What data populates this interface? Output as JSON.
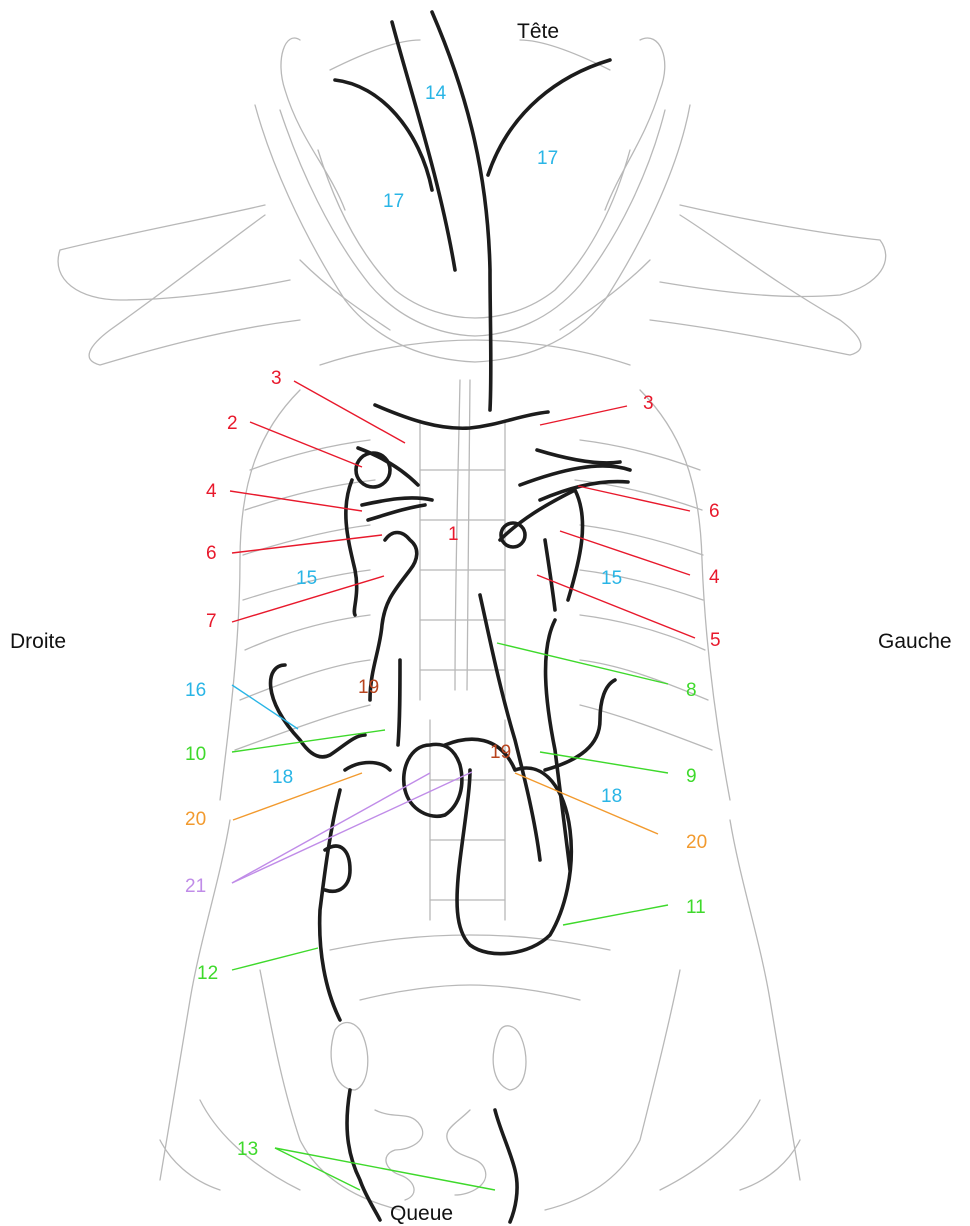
{
  "orientation": {
    "head": "Tête",
    "tail": "Queue",
    "right": "Droite",
    "left": "Gauche"
  },
  "colors": {
    "red": "#e8192c",
    "green": "#3ed92b",
    "cyan": "#29b5e6",
    "brown": "#b8441e",
    "orange": "#f29a2e",
    "violet": "#c08ce8",
    "vessel": "#1c1c1c",
    "outline": "#b8b8b8"
  },
  "labels": [
    {
      "id": "l14",
      "text": "14",
      "color": "cyan"
    },
    {
      "id": "l17a",
      "text": "17",
      "color": "cyan"
    },
    {
      "id": "l17b",
      "text": "17",
      "color": "cyan"
    },
    {
      "id": "l3a",
      "text": "3",
      "color": "red"
    },
    {
      "id": "l3b",
      "text": "3",
      "color": "red"
    },
    {
      "id": "l2",
      "text": "2",
      "color": "red"
    },
    {
      "id": "l4a",
      "text": "4",
      "color": "red"
    },
    {
      "id": "l4b",
      "text": "4",
      "color": "red"
    },
    {
      "id": "l6a",
      "text": "6",
      "color": "red"
    },
    {
      "id": "l6b",
      "text": "6",
      "color": "red"
    },
    {
      "id": "l1",
      "text": "1",
      "color": "red"
    },
    {
      "id": "l5",
      "text": "5",
      "color": "red"
    },
    {
      "id": "l7",
      "text": "7",
      "color": "red"
    },
    {
      "id": "l15a",
      "text": "15",
      "color": "cyan"
    },
    {
      "id": "l15b",
      "text": "15",
      "color": "cyan"
    },
    {
      "id": "l8",
      "text": "8",
      "color": "green"
    },
    {
      "id": "l16",
      "text": "16",
      "color": "cyan"
    },
    {
      "id": "l19a",
      "text": "19",
      "color": "brown"
    },
    {
      "id": "l19b",
      "text": "19",
      "color": "brown"
    },
    {
      "id": "l10",
      "text": "10",
      "color": "green"
    },
    {
      "id": "l9",
      "text": "9",
      "color": "green"
    },
    {
      "id": "l18a",
      "text": "18",
      "color": "cyan"
    },
    {
      "id": "l18b",
      "text": "18",
      "color": "cyan"
    },
    {
      "id": "l20a",
      "text": "20",
      "color": "orange"
    },
    {
      "id": "l20b",
      "text": "20",
      "color": "orange"
    },
    {
      "id": "l21",
      "text": "21",
      "color": "violet"
    },
    {
      "id": "l11",
      "text": "11",
      "color": "green"
    },
    {
      "id": "l12",
      "text": "12",
      "color": "green"
    },
    {
      "id": "l13",
      "text": "13",
      "color": "green"
    }
  ]
}
